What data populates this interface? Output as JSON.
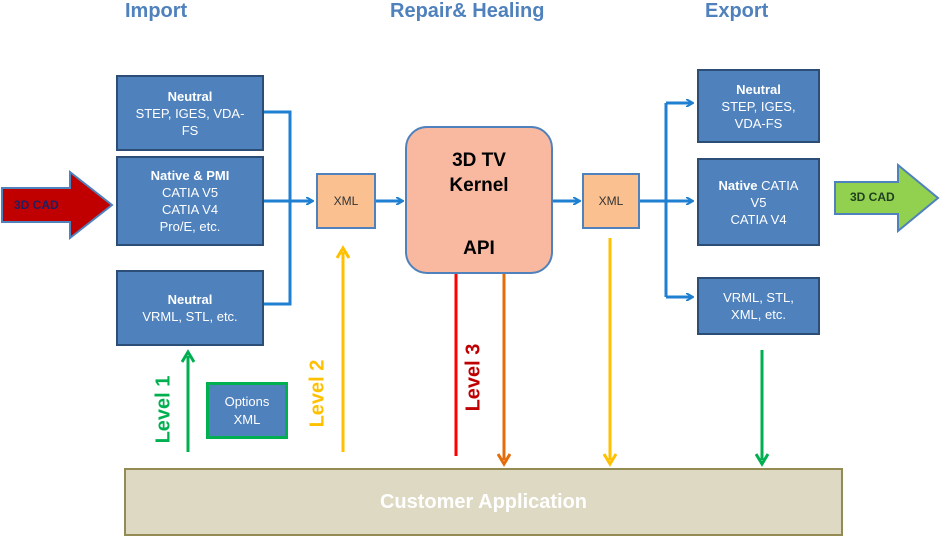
{
  "headers": {
    "import": "Import",
    "repair": "Repair& Healing",
    "export": "Export"
  },
  "import_boxes": [
    {
      "title": "Neutral",
      "lines": [
        "STEP, IGES, VDA-",
        "FS"
      ]
    },
    {
      "title": "Native  & PMI",
      "lines": [
        "CATIA V5",
        "CATIA V4",
        "Pro/E, etc."
      ]
    },
    {
      "title": "Neutral",
      "lines": [
        "VRML, STL, etc."
      ]
    }
  ],
  "export_boxes": [
    {
      "title": "Neutral",
      "lines": [
        "STEP, IGES,",
        "VDA-FS"
      ]
    },
    {
      "title": "Native",
      "title_rest": " CATIA",
      "lines": [
        "V5",
        "CATIA V4"
      ]
    },
    {
      "title": "",
      "lines": [
        "VRML, STL,",
        "XML, etc."
      ]
    }
  ],
  "xml_left": "XML",
  "xml_right": "XML",
  "kernel": {
    "title_line1": "3D TV",
    "title_line2": "Kernel",
    "api": "API"
  },
  "options": {
    "line1": "Options",
    "line2": "XML"
  },
  "customer": "Customer Application",
  "cad_in": "3D CAD",
  "cad_out": "3D CAD",
  "levels": {
    "level1": "Level 1",
    "level2": "Level 2",
    "level3": "Level 3"
  },
  "colors": {
    "header": "#4f81bd",
    "box_fill": "#4f81bd",
    "line_blue": "#1f7fd0",
    "level1": "#00b050",
    "level2": "#ffc000",
    "level3": "#ff0000",
    "cad_in_fill": "#c00000",
    "cad_out_fill": "#92d050",
    "customer_fill": "#ddd9c3"
  }
}
